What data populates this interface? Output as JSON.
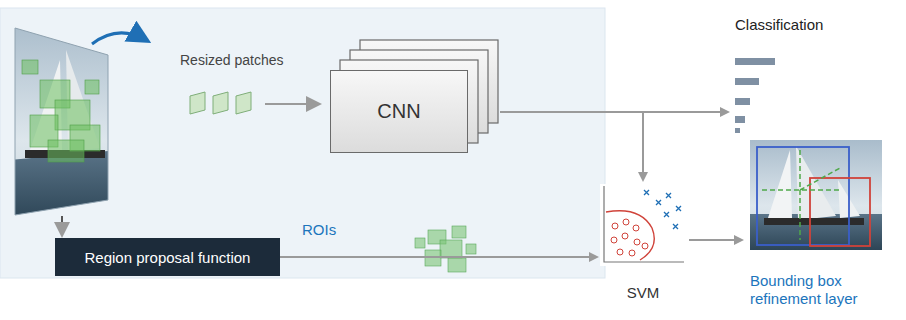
{
  "diagram": {
    "nodes": [
      {
        "text": [
          "CNN"
        ]
      },
      {
        "text": [
          "Region proposal function"
        ]
      },
      {
        "text": [
          "SVM"
        ]
      },
      {
        "text": [
          "Classification"
        ]
      },
      {
        "text": [
          "Bounding box refinement layer"
        ]
      }
    ],
    "edges": [
      {
        "from": 0,
        "to": 3,
        "arrow": "to"
      },
      {
        "from": 0,
        "to": 2,
        "arrow": "to"
      },
      {
        "from": 1,
        "to": 2,
        "label": "ROIs",
        "arrow": "to"
      },
      {
        "from": 2,
        "to": 4,
        "arrow": "to"
      }
    ],
    "labels": [
      "Resized patches"
    ]
  }
}
